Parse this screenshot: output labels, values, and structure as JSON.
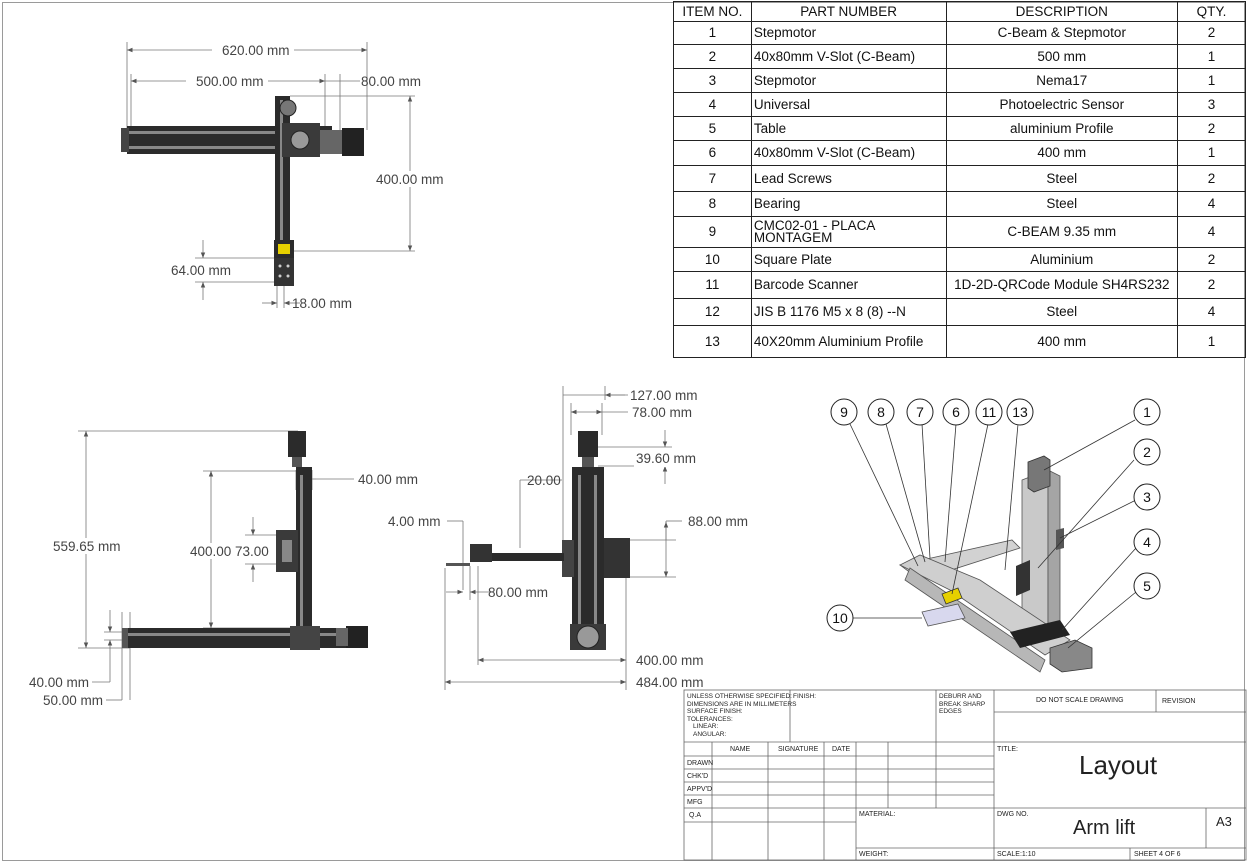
{
  "bom": {
    "headers": [
      "ITEM NO.",
      "PART NUMBER",
      "DESCRIPTION",
      "QTY."
    ],
    "rows": [
      {
        "item": "1",
        "part": "Stepmotor",
        "desc": "C-Beam & Stepmotor",
        "qty": "2"
      },
      {
        "item": "2",
        "part": "40x80mm V-Slot (C-Beam)",
        "desc": "500 mm",
        "qty": "1"
      },
      {
        "item": "3",
        "part": "Stepmotor",
        "desc": "Nema17",
        "qty": "1"
      },
      {
        "item": "4",
        "part": "Universal",
        "desc": "Photoelectric Sensor",
        "qty": "3"
      },
      {
        "item": "5",
        "part": "Table",
        "desc": "aluminium Profile",
        "qty": "2"
      },
      {
        "item": "6",
        "part": "40x80mm V-Slot (C-Beam)",
        "desc": "400 mm",
        "qty": "1"
      },
      {
        "item": "7",
        "part": "Lead Screws",
        "desc": "Steel",
        "qty": "2"
      },
      {
        "item": "8",
        "part": "Bearing",
        "desc": "Steel",
        "qty": "4"
      },
      {
        "item": "9",
        "part": "CMC02-01 - PLACA MONTAGEM",
        "desc": "C-BEAM 9.35 mm",
        "qty": "4"
      },
      {
        "item": "10",
        "part": "Square Plate",
        "desc": "Aluminium",
        "qty": "2"
      },
      {
        "item": "11",
        "part": "Barcode Scanner",
        "desc": "1D-2D-QRCode Module SH4RS232",
        "qty": "2"
      },
      {
        "item": "12",
        "part": "JIS B 1176 M5 x 8 (8) --N",
        "desc": "Steel",
        "qty": "4"
      },
      {
        "item": "13",
        "part": "40X20mm Aluminium Profile",
        "desc": "400 mm",
        "qty": "1"
      }
    ]
  },
  "top_view": {
    "dim_overall": "620.00 mm",
    "dim_beam": "500.00 mm",
    "dim_motor": "80.00 mm",
    "dim_height": "400.00 mm",
    "dim_sensor": "64.00 mm",
    "dim_width": "18.00 mm"
  },
  "front_view": {
    "dim_total_height": "559.65 mm",
    "dim_travel": "400.00",
    "dim_carriage": "73.00",
    "dim_beam_width": "40.00 mm",
    "dim_base_thick": "40.00 mm",
    "dim_base_offset": "50.00 mm"
  },
  "side_view": {
    "dim_top_width": "127.00 mm",
    "dim_motor_width": "78.00 mm",
    "dim_motor_depth": "39.60 mm",
    "dim_arm_angle": "20.00",
    "dim_plate": "4.00 mm",
    "dim_arm_len": "80.00 mm",
    "dim_carriage_h": "88.00 mm",
    "dim_arm_reach": "400.00 mm",
    "dim_total_reach": "484.00 mm"
  },
  "iso_view": {
    "balloons_top": [
      "9",
      "8",
      "7",
      "6",
      "11",
      "13"
    ],
    "balloons_right": [
      "1",
      "2",
      "3",
      "4",
      "5"
    ],
    "balloon_left": "10"
  },
  "title_block": {
    "notes": [
      "UNLESS OTHERWISE SPECIFIED:",
      "DIMENSIONS ARE IN MILLIMETERS",
      "SURFACE FINISH:",
      "TOLERANCES:",
      "LINEAR:",
      "ANGULAR:"
    ],
    "finish": "FINISH:",
    "deburr": [
      "DEBURR AND",
      "BREAK SHARP",
      "EDGES"
    ],
    "no_scale": "DO NOT SCALE DRAWING",
    "revision": "REVISION",
    "col_name": "NAME",
    "col_signature": "SIGNATURE",
    "col_date": "DATE",
    "roles": [
      "DRAWN",
      "CHK'D",
      "APPV'D",
      "MFG",
      "Q.A"
    ],
    "title_label": "TITLE:",
    "title": "Layout",
    "material_label": "MATERIAL:",
    "dwg_label": "DWG NO.",
    "dwg_no": "Arm lift",
    "size": "A3",
    "weight_label": "WEIGHT:",
    "scale": "SCALE:1:10",
    "sheet": "SHEET 4 OF 6"
  }
}
